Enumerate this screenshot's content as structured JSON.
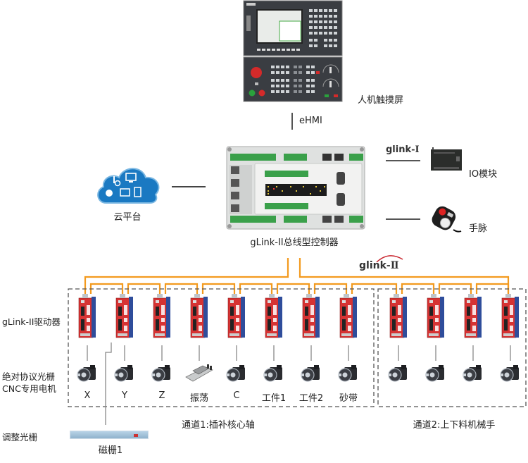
{
  "hmi": {
    "name_label": "人机触摸屏",
    "link_label": "eHMI"
  },
  "controller": {
    "label": "gLink-II总线型控制器"
  },
  "cloud": {
    "label": "云平台"
  },
  "io_module": {
    "label": "IO模块",
    "bus_brand": "glink",
    "bus_suffix": "-Ⅰ"
  },
  "handwheel": {
    "label": "手脉"
  },
  "bus": {
    "brand": "glink",
    "suffix": "-Ⅱ",
    "color": "#f39a1e"
  },
  "rows": {
    "drives_label": "gLink-II驱动器",
    "motors_label_line1": "绝对协议光栅",
    "motors_label_line2": "CNC专用电机",
    "scale_label": "调整光栅"
  },
  "channel1": {
    "label": "通道1:插补核心轴",
    "axes": [
      "X",
      "Y",
      "Z",
      "振荡",
      "C",
      "工件1",
      "工件2",
      "砂带"
    ],
    "actuator_types": [
      "motor",
      "motor",
      "motor",
      "linear-stage",
      "motor",
      "motor",
      "motor",
      "motor"
    ]
  },
  "channel2": {
    "label": "通道2:上下料机械手",
    "axes": [
      "",
      "",
      "",
      ""
    ],
    "actuator_types": [
      "motor",
      "motor",
      "motor",
      "motor"
    ]
  },
  "scale": {
    "label": "磁栅1"
  }
}
